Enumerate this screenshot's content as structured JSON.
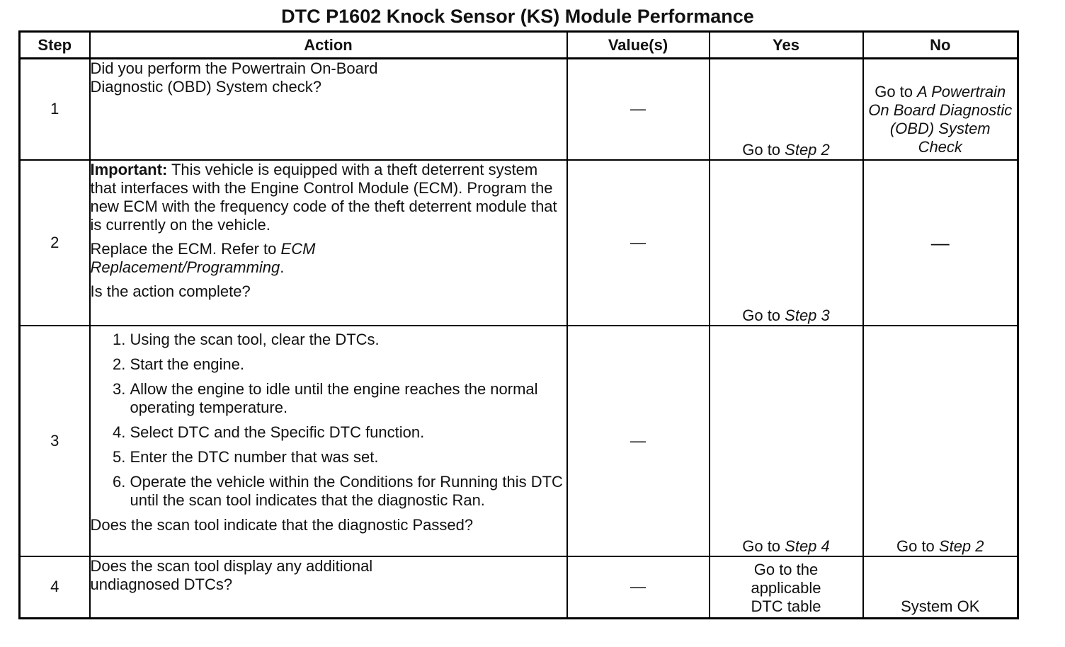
{
  "title": "DTC P1602 Knock Sensor (KS) Module Performance",
  "columns": {
    "step": "Step",
    "action": "Action",
    "values": "Value(s)",
    "yes": "Yes",
    "no": "No"
  },
  "rows": [
    {
      "step": "1",
      "action": "Did you perform the Powertrain On-Board Diagnostic (OBD) System check?",
      "value": "—",
      "yes_prefix": "Go to ",
      "yes_ref": "Step 2",
      "no_prefix": "Go to ",
      "no_ref": "A Powertrain On Board Diagnostic (OBD) System Check"
    },
    {
      "step": "2",
      "important_label": "Important:",
      "important_text": " This vehicle is equipped with a theft deterrent system that interfaces with the Engine Control Module (ECM). Program the new ECM with the frequency code of the theft deterrent module that is currently on the vehicle.",
      "replace_text": "Replace the ECM. Refer to ",
      "replace_ref": "ECM Replacement/Programming",
      "replace_end": ".",
      "question": "Is the action complete?",
      "value": "—",
      "yes_prefix": "Go to ",
      "yes_ref": "Step 3",
      "no": "—"
    },
    {
      "step": "3",
      "substeps": [
        "Using the scan tool, clear the DTCs.",
        "Start the engine.",
        "Allow the engine to idle until the engine reaches the normal operating temperature.",
        "Select DTC and the Specific DTC function.",
        "Enter the DTC number that was set.",
        "Operate the vehicle within the Conditions for Running this DTC until the scan tool indicates that the diagnostic Ran."
      ],
      "question": "Does the scan tool indicate that the diagnostic Passed?",
      "value": "—",
      "yes_prefix": "Go to ",
      "yes_ref": "Step 4",
      "no_prefix": "Go to ",
      "no_ref": "Step 2"
    },
    {
      "step": "4",
      "action": "Does the scan tool display any additional undiagnosed DTCs?",
      "value": "—",
      "yes": "Go to the applicable DTC table",
      "no": "System OK"
    }
  ]
}
